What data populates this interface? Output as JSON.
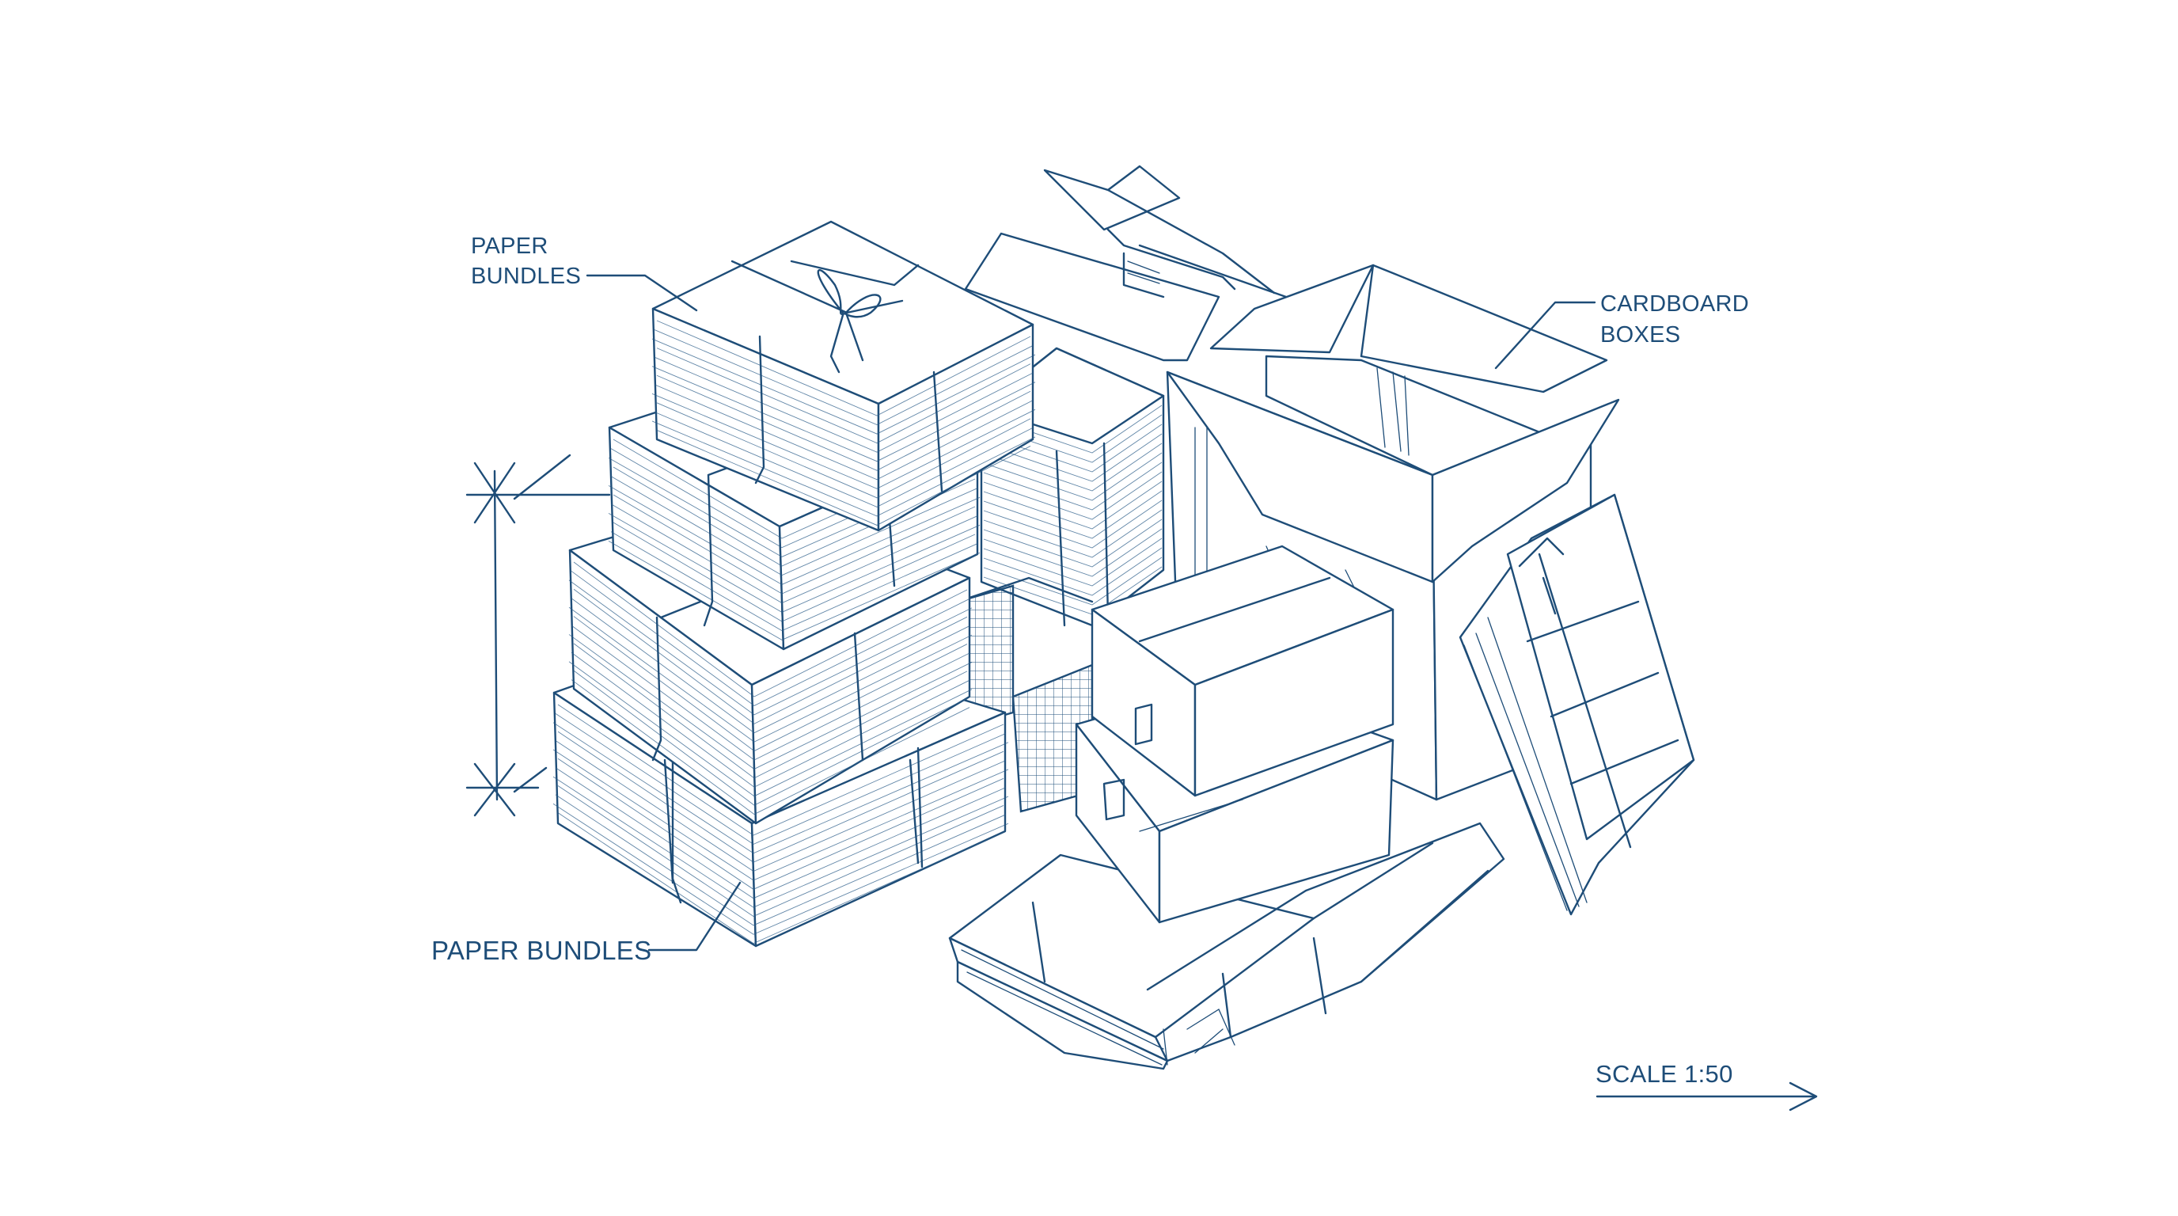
{
  "labels": {
    "paper_bundles_top_line1": "PAPER",
    "paper_bundles_top_line2": "BUNDLES",
    "paper_bundles_bottom": "PAPER BUNDLES",
    "cardboard_boxes_line1": "CARDBOARD",
    "cardboard_boxes_line2": "BOXES",
    "scale": "SCALE 1:50"
  },
  "colors": {
    "ink": "#1e4d78",
    "background": "#ffffff"
  }
}
